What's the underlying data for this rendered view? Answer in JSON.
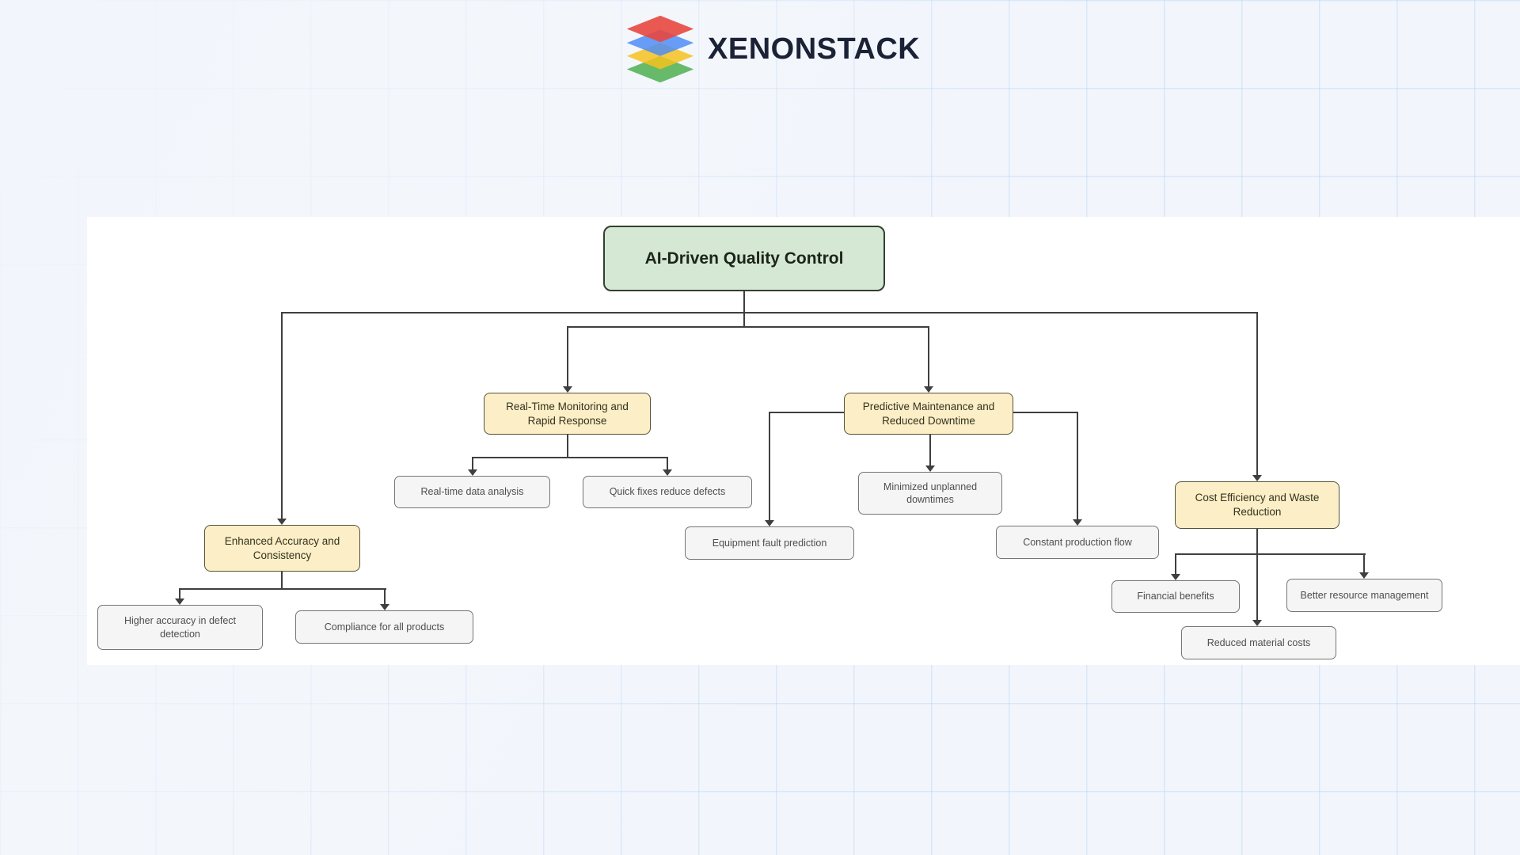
{
  "brand": {
    "name": "XENONSTACK",
    "logo_layers": [
      "red",
      "blue",
      "yellow",
      "green"
    ],
    "logo_colors": {
      "red": "#e8473f",
      "blue": "#4d8df6",
      "yellow": "#f4c21f",
      "green": "#4caf50"
    },
    "text_color": "#1b2236"
  },
  "diagram": {
    "root": {
      "label": "AI-Driven Quality Control"
    },
    "branches": [
      {
        "label": "Enhanced Accuracy and Consistency",
        "children": [
          "Higher accuracy in defect detection",
          "Compliance for all products"
        ]
      },
      {
        "label": "Real-Time Monitoring and Rapid Response",
        "children": [
          "Real-time data analysis",
          "Quick fixes reduce defects"
        ]
      },
      {
        "label": "Predictive Maintenance and Reduced Downtime",
        "children": [
          "Minimized unplanned downtimes",
          "Equipment fault prediction",
          "Constant production flow"
        ]
      },
      {
        "label": "Cost Efficiency and Waste Reduction",
        "children": [
          "Financial benefits",
          "Better resource management",
          "Reduced material costs"
        ]
      }
    ],
    "colors": {
      "root_bg": "#d5e8d4",
      "root_border": "#33402f",
      "branch_bg": "#fceec6",
      "branch_border": "#55523a",
      "leaf_bg": "#f5f5f5",
      "leaf_border": "#757575",
      "line": "#3f3f3f"
    }
  }
}
